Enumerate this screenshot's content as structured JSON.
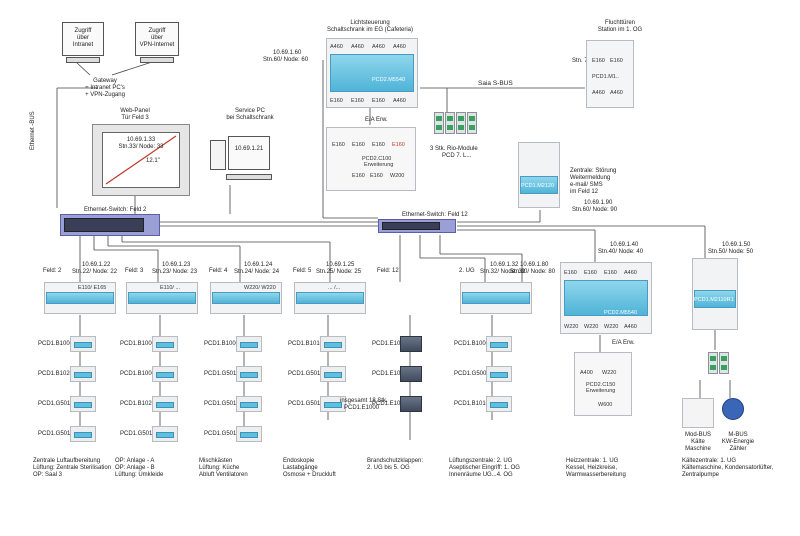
{
  "nodes": {
    "pc_intranet": [
      "Zugriff",
      "über",
      "Intranet"
    ],
    "pc_vpn": [
      "Zugriff",
      "über",
      "VPN-Internet"
    ],
    "gateway": [
      "Gateway",
      "= Intranet PC's",
      "+ VPN-Zugang"
    ],
    "ethernet_bus": "Ethernet -BUS",
    "webpanel_title": [
      "Web-Panel",
      "Tür Feld 3"
    ],
    "webpanel_ip": [
      "10.69.1.33",
      "Stn.33/ Node: 33"
    ],
    "webpanel_size": "12.1\"",
    "servicepc_title": [
      "Service PC",
      "bei Schaltschrank"
    ],
    "servicepc_ip": "10.69.1.21",
    "light_title": [
      "Lichtsteuerung",
      "Schaltschrank im EG (Cafeteria)"
    ],
    "light_ip": [
      "10.69.1.60",
      "Stn.60/ Node: 60"
    ],
    "light_top": [
      "A460",
      "A460",
      "A460",
      "A460"
    ],
    "light_bottom": [
      "E160",
      "E160",
      "E160",
      "A460"
    ],
    "light_model": "PCD2.M5540",
    "ea_erw": "E/A Erw.",
    "ext1_top": [
      "E160",
      "E160",
      "E160",
      "E160"
    ],
    "ext1_model": [
      "PCD2.C100",
      "Erweiterung"
    ],
    "ext1_bottom": [
      "E160",
      "E160",
      "W200"
    ],
    "saia_sbus": "Saia S-BUS",
    "rio_label": [
      "3 Stk. Rio-Module",
      "PCD 7. L..."
    ],
    "flucht_title": [
      "Fluchttüren",
      "Station im 1. OG"
    ],
    "flucht_stn": "Stn. 70",
    "flucht_mod": [
      "E160",
      "E160",
      "PCD1.M1..",
      "A460",
      "A460"
    ],
    "zentrale_model": "PCD1.M2120",
    "zentrale_label": [
      "Zentrale: Störung",
      "Weitermeldung",
      "e-mail/ SMS",
      "im Feld 12"
    ],
    "zentrale_ip": [
      "10.69.1.90",
      "Stn.60/ Node: 90"
    ],
    "switch2": "Ethernet-Switch: Feld 2",
    "switch12": "Ethernet-Switch: Feld 12",
    "heiz_ip": [
      "10.69.1.40",
      "Stn.40/ Node: 40"
    ],
    "heiz_top": [
      "E160",
      "E160",
      "E160",
      "A460"
    ],
    "heiz_model": "PCD2.M5540",
    "heiz_bottom": [
      "W220",
      "W220",
      "W220",
      "A460"
    ],
    "heiz_ext_top": [
      "A400",
      "W220"
    ],
    "heiz_ext_model": [
      "PCD2.C150",
      "Erweiterung"
    ],
    "heiz_ext_bottom": "W600",
    "heiz_ea": "E/A Erw.",
    "kaelte_ip": [
      "10.69.1.50",
      "Stn.50/ Node: 50"
    ],
    "kaelte_model": "PCD1.M2110R1",
    "modbus": [
      "Mod-BUS",
      "Kälte",
      "Maschine"
    ],
    "mbus": [
      "M-BUS",
      "KW-Energie",
      "Zähler"
    ],
    "fields": [
      {
        "feld": "Feld: 2",
        "ip": [
          "10.69.1.22",
          "Stn.22/ Node: 22"
        ],
        "head": "E110/ E165",
        "mods": [
          "PCD1.B1000",
          "PCD1.B1020",
          "PCD1.G5010",
          "PCD1.G5010"
        ],
        "desc": [
          "Zentrale Luftaufbereitung",
          "Lüftung: Zentrale Sterilisation",
          "OP: Saal 3"
        ]
      },
      {
        "feld": "Feld: 3",
        "ip": [
          "10.69.1.23",
          "Stn.23/ Node: 23"
        ],
        "head": "E110/ ...",
        "mods": [
          "PCD1.B1000",
          "PCD1.B1000",
          "PCD1.B1020",
          "PCD1.G5010"
        ],
        "desc": [
          "OP: Anlage - A",
          "OP: Anlage - B",
          "Lüftung: Umkleide"
        ]
      },
      {
        "feld": "Feld: 4",
        "ip": [
          "10.69.1.24",
          "Stn.24/ Node: 24"
        ],
        "head": "W220/ W220",
        "mods": [
          "PCD1.B1000",
          "PCD1.G5010",
          "PCD1.G5010",
          "PCD1.G5010"
        ],
        "desc": [
          "Mischkästen",
          "Lüftung: Küche",
          "Abluft Ventilatoren"
        ]
      },
      {
        "feld": "Feld: 5",
        "ip": [
          "10.69.1.25",
          "Stn.25/ Node: 25"
        ],
        "head": "... /...",
        "mods": [
          "PCD1.B1010",
          "PCD1.G5010",
          "PCD1.G5010"
        ],
        "desc": [
          "Endoskopie",
          "Lastabgänge",
          "Osmose + Druckluft"
        ]
      },
      {
        "feld": "Feld: 12",
        "ip": [
          "",
          ""
        ],
        "head": "",
        "mods": [
          "PCD1.E1000",
          "PCD1.E1000",
          "PCD1.E1000"
        ],
        "desc": [
          "Brandschutzklappen:",
          "2. UG bis 5. OG"
        ]
      },
      {
        "feld": "2. UG",
        "ip": [
          "10.69.1.32",
          "Stn.32/ Node: 32"
        ],
        "head": "",
        "mods": [
          "PCD1.B1000",
          "PCD1.G5000",
          "PCD1.B1010"
        ],
        "desc": [
          "Lüftungszentrale: 2. UG",
          "Aseptischer Eingriff: 1. OG",
          "Innenräume UG...4. OG"
        ]
      },
      {
        "feld": "",
        "ip": [
          "10.69.1.80",
          "Stn.80/ Node: 80"
        ],
        "head": "E110/ ...",
        "mods": [],
        "desc": []
      }
    ],
    "brand_note": [
      "insgesamt 18 Stk.",
      "PCD1.E1000"
    ],
    "heiz_desc": [
      "Heizzentrale: 1. UG",
      "Kessel, Heizkreise,",
      "Warmwasserbereitung"
    ],
    "kaelte_desc": [
      "Kältezentrale: 1. UG",
      "Kältemaschine, Kondensatorlüfter,",
      "Zentralpumpe"
    ]
  }
}
